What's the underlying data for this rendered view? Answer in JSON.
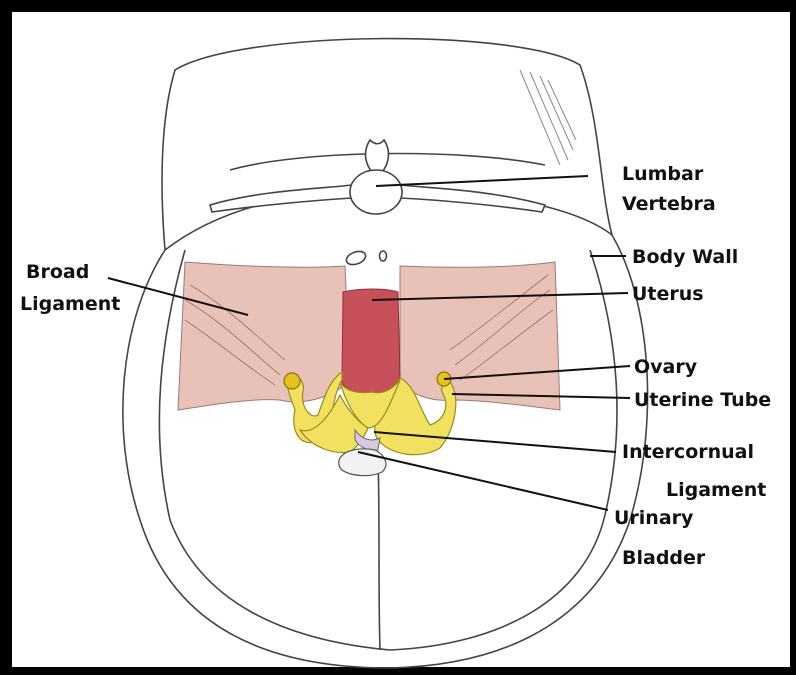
{
  "labels": {
    "lumbar_vertebra": [
      "Lumbar",
      "Vertebra"
    ],
    "body_wall": "Body Wall",
    "broad_ligament": [
      "Broad",
      "Ligament"
    ],
    "uterus": "Uterus",
    "ovary": "Ovary",
    "uterine_tube": "Uterine Tube",
    "intercornual_ligament": [
      "Intercornual",
      "Ligament"
    ],
    "urinary_bladder": [
      "Urinary",
      "Bladder"
    ]
  },
  "colors": {
    "broad_ligament": "#e8c2b8",
    "uterus": "#c8505a",
    "uterine_horn": "#f2e060",
    "ovary": "#e8c020",
    "outline": "#444444",
    "leader_line": "#111111",
    "frame": "#000000"
  }
}
